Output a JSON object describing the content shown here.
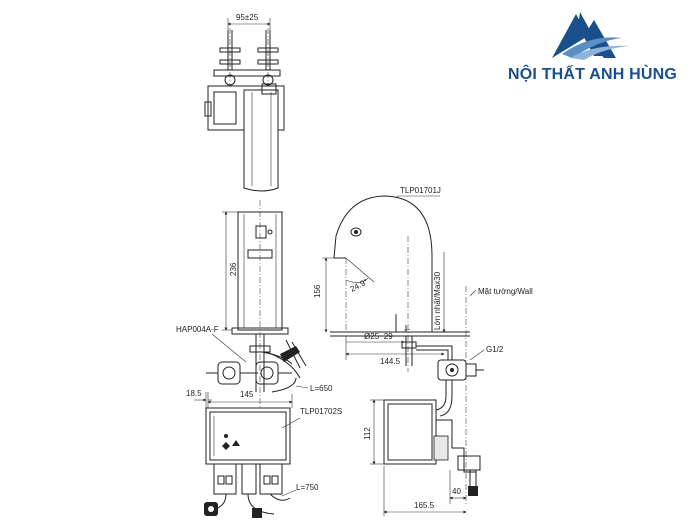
{
  "brand": {
    "name": "NỘI THẤT ANH HÙNG",
    "color": "#1a4f8b",
    "accent": "#5a8fc6"
  },
  "labels": {
    "dim_top": "95±25",
    "dim_236": "236",
    "hap_model": "HAP004A-F",
    "dim_18_5": "18.5",
    "dim_145": "145",
    "len_650": "L=650",
    "ctrl_model": "TLP01702S",
    "len_750": "L=750",
    "faucet_model": "TLP01701J",
    "dim_156": "156",
    "angle": "24.9°",
    "diam": "Ø25~29",
    "dim_144_5": "144.5",
    "lon_nhat": "Lớn nhất/Max30",
    "wall": "Mặt tường/Wall",
    "g12": "G1/2",
    "dim_112": "112",
    "dim_40": "40",
    "dim_165_5": "165.5"
  }
}
